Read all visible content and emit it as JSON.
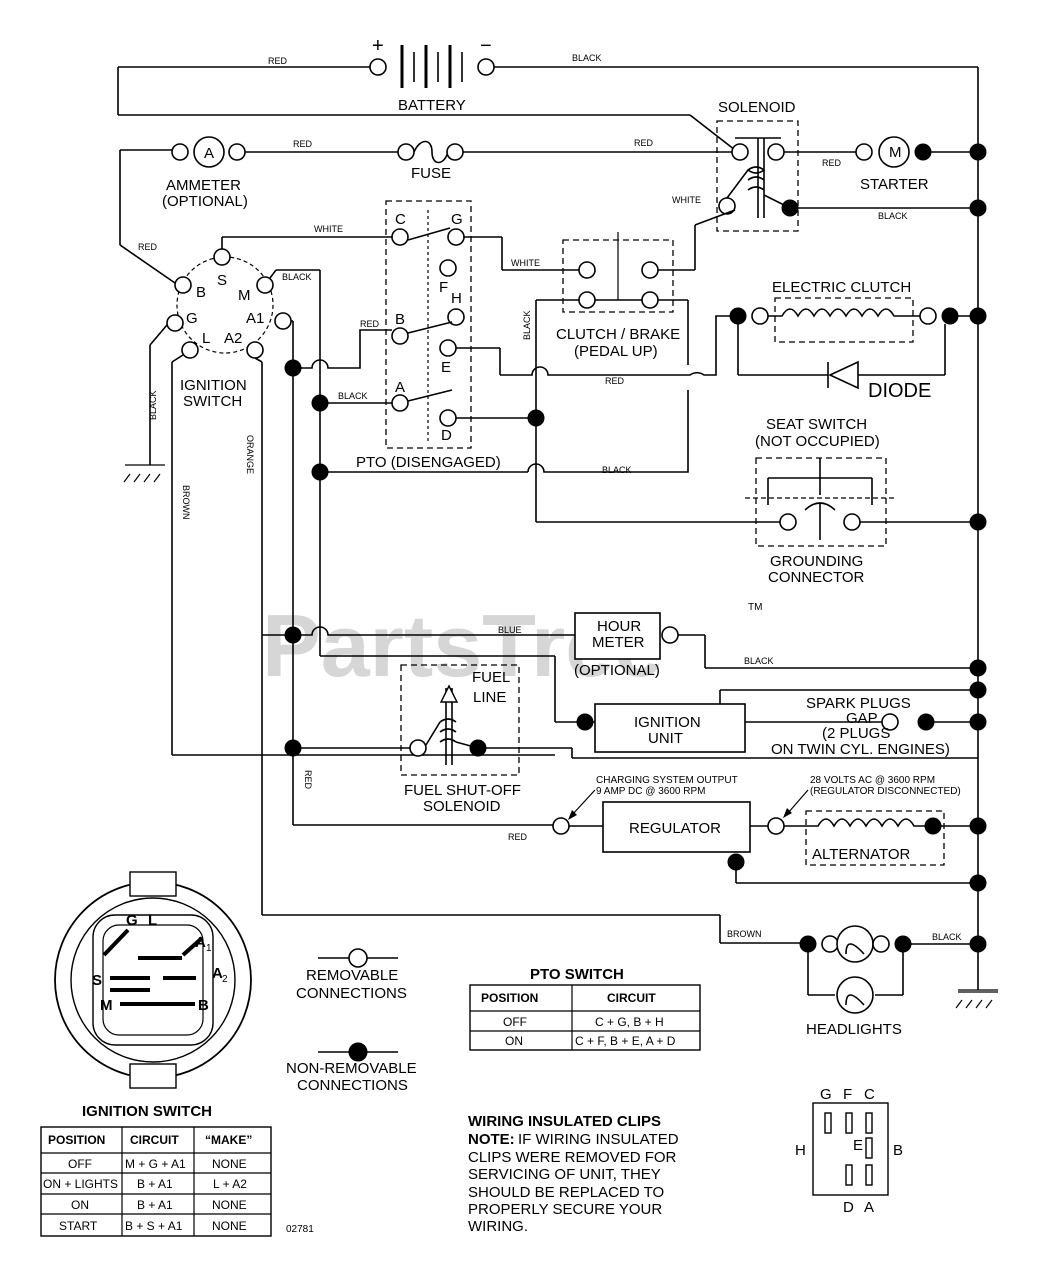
{
  "labels": {
    "battery": "BATTERY",
    "solenoid": "SOLENOID",
    "ammeter_l1": "AMMETER",
    "ammeter_l2": "(OPTIONAL)",
    "fuse": "FUSE",
    "starter": "STARTER",
    "ignition_switch_l1": "IGNITION",
    "ignition_switch_l2": "SWITCH",
    "pto": "PTO (DISENGAGED)",
    "clutch_brake_l1": "CLUTCH / BRAKE",
    "clutch_brake_l2": "(PEDAL UP)",
    "electric_clutch": "ELECTRIC CLUTCH",
    "diode": "DIODE",
    "seat_switch_l1": "SEAT SWITCH",
    "seat_switch_l2": "(NOT OCCUPIED)",
    "grounding_l1": "GROUNDING",
    "grounding_l2": "CONNECTOR",
    "hour_meter_l1": "HOUR",
    "hour_meter_l2": "METER",
    "hour_meter_l3": "(OPTIONAL)",
    "fuel_line_l1": "FUEL",
    "fuel_line_l2": "LINE",
    "fuel_solenoid_l1": "FUEL SHUT-OFF",
    "fuel_solenoid_l2": "SOLENOID",
    "ignition_unit_l1": "IGNITION",
    "ignition_unit_l2": "UNIT",
    "spark_l1": "SPARK PLUGS",
    "spark_l2": "GAP",
    "spark_l3": "(2 PLUGS",
    "spark_l4": "ON TWIN CYL. ENGINES)",
    "charging_l1": "CHARGING SYSTEM OUTPUT",
    "charging_l2": "9 AMP DC @ 3600 RPM",
    "ac_l1": "28 VOLTS AC @ 3600 RPM",
    "ac_l2": "(REGULATOR DISCONNECTED)",
    "regulator": "REGULATOR",
    "alternator": "ALTERNATOR",
    "headlights": "HEADLIGHTS",
    "removable_l1": "REMOVABLE",
    "removable_l2": "CONNECTIONS",
    "nonremovable_l1": "NON-REMOVABLE",
    "nonremovable_l2": "CONNECTIONS",
    "watermark": "PartsTree",
    "tm": "TM",
    "doc_code": "02781",
    "clips_title": "WIRING INSULATED CLIPS",
    "clips_note_prefix": "NOTE:",
    "clips_l1": "IF WIRING INSULATED",
    "clips_l2": "CLIPS WERE REMOVED FOR",
    "clips_l3": "SERVICING OF UNIT, THEY",
    "clips_l4": "SHOULD BE REPLACED TO",
    "clips_l5": "PROPERLY SECURE YOUR",
    "clips_l6": "WIRING."
  },
  "wire_labels": {
    "red_top": "RED",
    "black_top": "BLACK",
    "red_ammeter": "RED",
    "red_fuse": "RED",
    "red_starter": "RED",
    "white_sol": "WHITE",
    "black_sol": "BLACK",
    "red_ign": "RED",
    "white_ign": "WHITE",
    "black_ign": "BLACK",
    "white_clutch": "WHITE",
    "red_pto": "RED",
    "black_pto": "BLACK",
    "black_clutch_vert": "BLACK",
    "red_clutch": "RED",
    "black_seat": "BLACK",
    "black_ground_v": "BLACK",
    "brown_v": "BROWN",
    "orange_v": "ORANGE",
    "blue_hour": "BLUE",
    "black_hour": "BLACK",
    "red_v": "RED",
    "red_reg": "RED",
    "brown_head": "BROWN",
    "black_head": "BLACK"
  },
  "terminal_letters": {
    "ammeter": "A",
    "starter": "M",
    "ign_S": "S",
    "ign_B": "B",
    "ign_M": "M",
    "ign_G": "G",
    "ign_L": "L",
    "ign_A1": "A1",
    "ign_A2": "A2",
    "pto_C": "C",
    "pto_G": "G",
    "pto_F": "F",
    "pto_H": "H",
    "pto_B": "B",
    "pto_E": "E",
    "pto_A": "A",
    "pto_D": "D"
  },
  "switch_face": {
    "G": "G",
    "L": "L",
    "A1": "A",
    "A1sub": "1",
    "S": "S",
    "A2": "A",
    "A2sub": "2",
    "M": "M",
    "B": "B"
  },
  "pin_face": {
    "G": "G",
    "F": "F",
    "C": "C",
    "H": "H",
    "E": "E",
    "B": "B",
    "D": "D",
    "A": "A"
  },
  "pto_table": {
    "title": "PTO SWITCH",
    "headers": [
      "POSITION",
      "CIRCUIT"
    ],
    "rows": [
      [
        "OFF",
        "C + G, B + H"
      ],
      [
        "ON",
        "C + F, B + E, A + D"
      ]
    ]
  },
  "ign_table": {
    "title": "IGNITION SWITCH",
    "headers": [
      "POSITION",
      "CIRCUIT",
      "“MAKE”"
    ],
    "rows": [
      [
        "OFF",
        "M + G + A1",
        "NONE"
      ],
      [
        "ON + LIGHTS",
        "B + A1",
        "L + A2"
      ],
      [
        "ON",
        "B + A1",
        "NONE"
      ],
      [
        "START",
        "B + S + A1",
        "NONE"
      ]
    ]
  }
}
